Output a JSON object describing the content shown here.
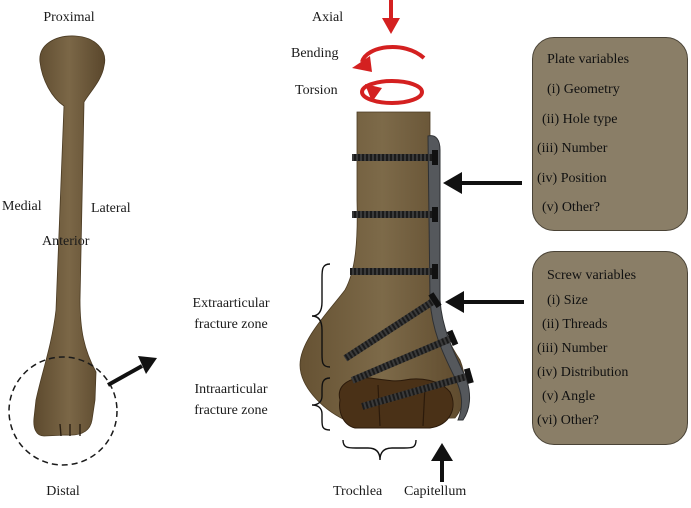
{
  "labels": {
    "proximal": "Proximal",
    "distal": "Distal",
    "medial": "Medial",
    "lateral": "Lateral",
    "anterior": "Anterior",
    "axial": "Axial",
    "bending": "Bending",
    "torsion": "Torsion",
    "extra_line1": "Extraarticular",
    "extra_line2": "fracture zone",
    "intra_line1": "Intraarticular",
    "intra_line2": "fracture zone",
    "trochlea": "Trochlea",
    "capitellum": "Capitellum"
  },
  "plate_panel": {
    "title": "Plate variables",
    "items": [
      "(i) Geometry",
      "(ii) Hole type",
      "(iii) Number",
      "(iv) Position",
      "(v) Other?"
    ]
  },
  "screw_panel": {
    "title": "Screw variables",
    "items": [
      "(i) Size",
      "(ii) Threads",
      "(iii) Number",
      "(iv) Distribution",
      "(v) Angle",
      "(vi) Other?"
    ]
  },
  "colors": {
    "bone": "#6f5a3b",
    "bone_dark": "#4f3d24",
    "load_arrow": "#d42020",
    "panel": "#8a7e67",
    "plate": "#55585c",
    "condyle": "#4a3117"
  }
}
